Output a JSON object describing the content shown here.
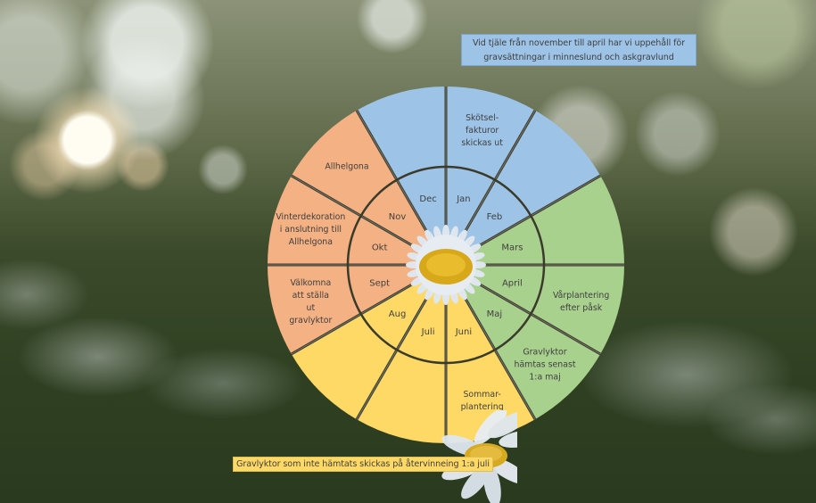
{
  "info_box": {
    "line1": "Vid tjäle från november till april har vi uppehåll för",
    "line2": "gravsättningar i minneslund och askgravlund"
  },
  "bottom_note": "Gravlyktor som inte hämtats skickas på återvinneing 1:a juli",
  "wheel": {
    "colors": {
      "winter": "#9dc3e6",
      "spring": "#a9d18e",
      "summer": "#ffd966",
      "autumn": "#f4b183",
      "divider": "#3b3b2b"
    },
    "months": [
      {
        "label": "Jan",
        "season": "winter",
        "note": [
          "Skötsel-",
          "fakturor",
          "skickas ut"
        ]
      },
      {
        "label": "Feb",
        "season": "winter",
        "note": []
      },
      {
        "label": "Mars",
        "season": "spring",
        "note": []
      },
      {
        "label": "April",
        "season": "spring",
        "note": [
          "Vårplantering",
          "efter påsk"
        ]
      },
      {
        "label": "Maj",
        "season": "spring",
        "note": [
          "Gravlyktor",
          "hämtas senast",
          "1:a maj"
        ]
      },
      {
        "label": "Juni",
        "season": "summer",
        "note": [
          "Sommar-",
          "plantering"
        ]
      },
      {
        "label": "Juli",
        "season": "summer",
        "note": []
      },
      {
        "label": "Aug",
        "season": "summer",
        "note": []
      },
      {
        "label": "Sept",
        "season": "autumn",
        "note": [
          "Välkomna",
          "att ställa",
          "ut",
          "gravlyktor"
        ]
      },
      {
        "label": "Okt",
        "season": "autumn",
        "note": [
          "Vinterdekoration",
          "i anslutning till",
          "Allhelgona"
        ]
      },
      {
        "label": "Nov",
        "season": "autumn",
        "note": [
          "Allhelgona"
        ]
      },
      {
        "label": "Dec",
        "season": "winter",
        "note": []
      }
    ]
  }
}
